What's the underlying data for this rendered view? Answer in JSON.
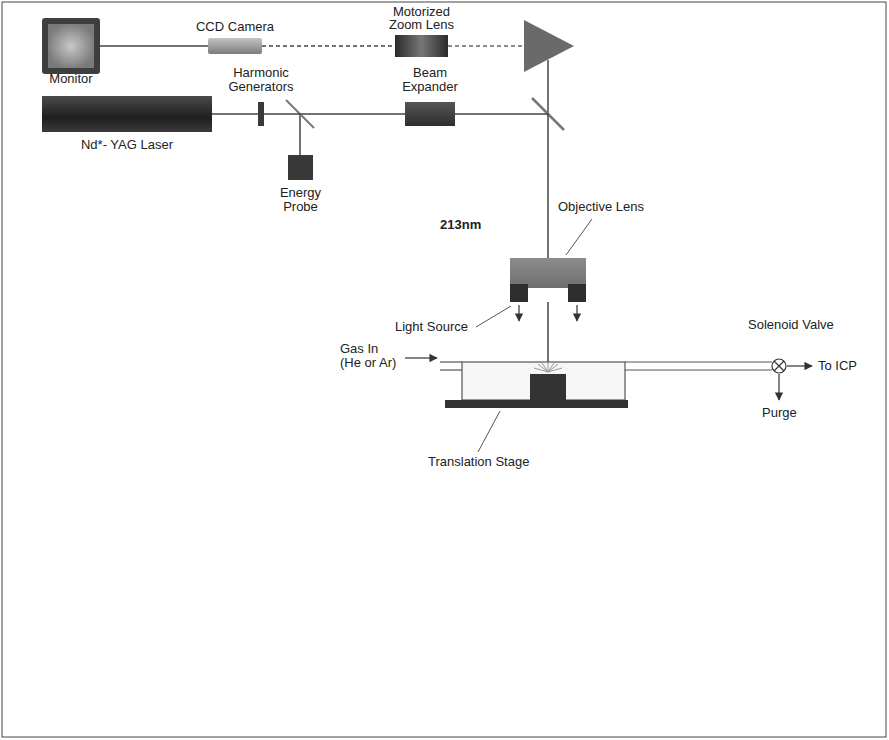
{
  "diagram": {
    "nodes": [
      {
        "text": [
          "Monitor"
        ]
      },
      {
        "text": [
          "CCD Camera"
        ]
      },
      {
        "text": [
          "Motorized Zoom Lens"
        ]
      },
      {
        "text": [
          "Harmonic Generators"
        ]
      },
      {
        "text": [
          "Beam Expander"
        ]
      },
      {
        "text": [
          "Nd*- YAG Laser"
        ]
      },
      {
        "text": [
          "Energy Probe"
        ]
      },
      {
        "text": [
          "Objective Lens"
        ]
      }
    ],
    "edges": [
      {
        "from": 0,
        "to": 1,
        "arrow": "none"
      },
      {
        "from": 1,
        "to": 2,
        "arrow": "none"
      },
      {
        "from": 5,
        "to": 3,
        "arrow": "none"
      },
      {
        "from": 3,
        "to": 4,
        "arrow": "none"
      },
      {
        "from": 4,
        "to": 7,
        "arrow": "none"
      }
    ],
    "labels": [
      "213nm",
      "Light Source",
      "Gas In (He or Ar)",
      "Solenoid Valve",
      "To ICP",
      "Purge",
      "Translation Stage"
    ]
  }
}
